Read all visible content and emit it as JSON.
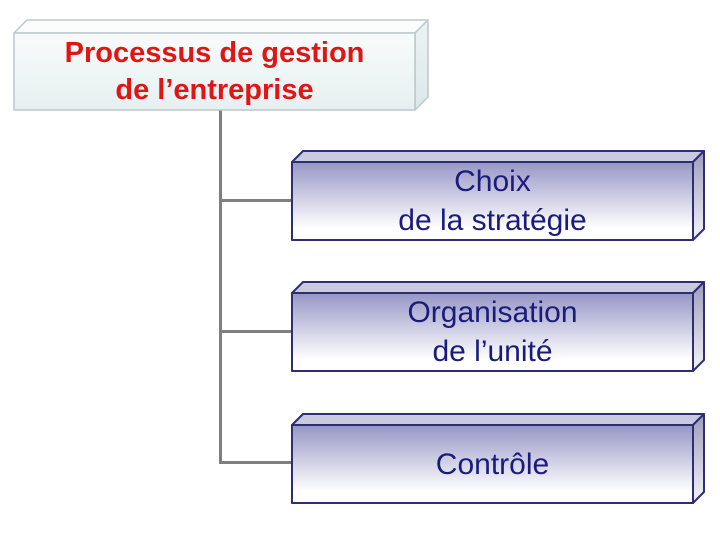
{
  "slide": {
    "title": {
      "lines": [
        "Processus de gestion",
        "de l’entreprise"
      ]
    },
    "boxes": [
      {
        "lines": [
          "Choix",
          "de la stratégie"
        ]
      },
      {
        "lines": [
          "Organisation",
          "de l’unité"
        ]
      },
      {
        "lines": [
          "Contrôle"
        ]
      }
    ]
  },
  "colors": {
    "background": "#ffffff",
    "title_text": "#e01515",
    "title_face_top": "#f8fbfb",
    "title_face_bottom": "#e6f0f0",
    "title_top_face": "#fbfdfd",
    "title_side_top": "#ecf2f3",
    "title_side_bottom": "#dde8ea",
    "title_border": "#bcc8cc",
    "box_text": "#1b1b7a",
    "box_face_top": "#9696c6",
    "box_face_bottom": "#ffffff",
    "box_top_face": "#c9c9e0",
    "box_side_top": "#9d9dbd",
    "box_side_bottom": "#ebebf4",
    "box_border": "#2e2e72",
    "connector": "#7f7f7f"
  }
}
